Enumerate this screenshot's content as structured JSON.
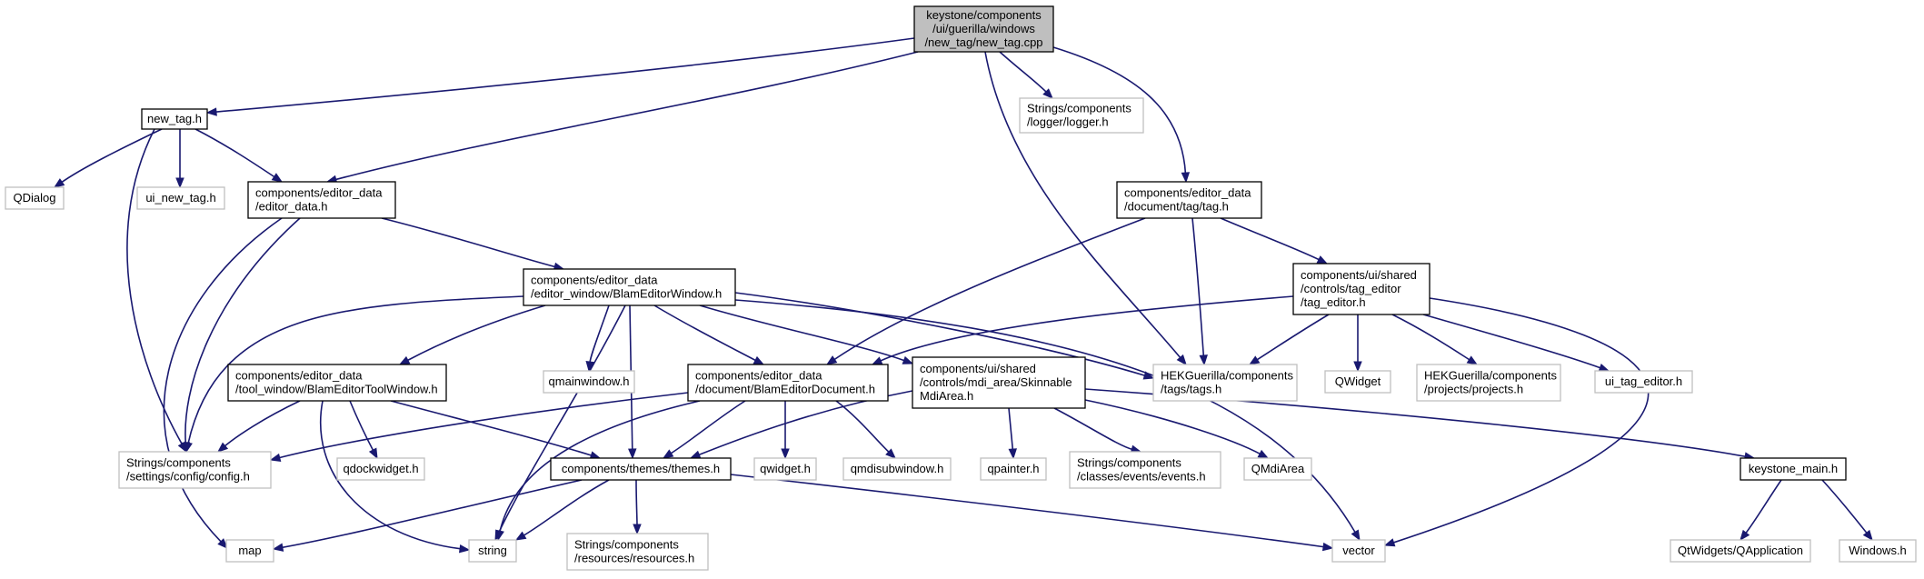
{
  "diagram": {
    "type": "include-dependency-graph",
    "nodes": [
      {
        "id": "root",
        "lines": [
          "keystone/components",
          "/ui/guerilla/windows",
          "/new_tag/new_tag.cpp"
        ],
        "kind": "root"
      },
      {
        "id": "new_tag_h",
        "lines": [
          "new_tag.h"
        ],
        "kind": "normal"
      },
      {
        "id": "logger_h",
        "lines": [
          "Strings/components",
          "/logger/logger.h"
        ],
        "kind": "missing"
      },
      {
        "id": "qdialog",
        "lines": [
          "QDialog"
        ],
        "kind": "missing"
      },
      {
        "id": "ui_new_tag_h",
        "lines": [
          "ui_new_tag.h"
        ],
        "kind": "missing"
      },
      {
        "id": "editor_data_h",
        "lines": [
          "components/editor_data",
          "/editor_data.h"
        ],
        "kind": "normal"
      },
      {
        "id": "tag_h",
        "lines": [
          "components/editor_data",
          "/document/tag/tag.h"
        ],
        "kind": "normal"
      },
      {
        "id": "blam_editor_window_h",
        "lines": [
          "components/editor_data",
          "/editor_window/BlamEditorWindow.h"
        ],
        "kind": "normal"
      },
      {
        "id": "tag_editor_h",
        "lines": [
          "components/ui/shared",
          "/controls/tag_editor",
          "/tag_editor.h"
        ],
        "kind": "normal"
      },
      {
        "id": "blam_editor_tool_window_h",
        "lines": [
          "components/editor_data",
          "/tool_window/BlamEditorToolWindow.h"
        ],
        "kind": "normal"
      },
      {
        "id": "qmainwindow_h",
        "lines": [
          "qmainwindow.h"
        ],
        "kind": "missing"
      },
      {
        "id": "blam_editor_document_h",
        "lines": [
          "components/editor_data",
          "/document/BlamEditorDocument.h"
        ],
        "kind": "normal"
      },
      {
        "id": "skinnable_mdi_area_h",
        "lines": [
          "components/ui/shared",
          "/controls/mdi_area/Skinnable",
          "MdiArea.h"
        ],
        "kind": "normal"
      },
      {
        "id": "tags_h",
        "lines": [
          "HEKGuerilla/components",
          "/tags/tags.h"
        ],
        "kind": "missing"
      },
      {
        "id": "qwidget",
        "lines": [
          "QWidget"
        ],
        "kind": "missing"
      },
      {
        "id": "projects_h",
        "lines": [
          "HEKGuerilla/components",
          "/projects/projects.h"
        ],
        "kind": "missing"
      },
      {
        "id": "ui_tag_editor_h",
        "lines": [
          "ui_tag_editor.h"
        ],
        "kind": "missing"
      },
      {
        "id": "config_h",
        "lines": [
          "Strings/components",
          "/settings/config/config.h"
        ],
        "kind": "missing"
      },
      {
        "id": "qdockwidget_h",
        "lines": [
          "qdockwidget.h"
        ],
        "kind": "missing"
      },
      {
        "id": "themes_h",
        "lines": [
          "components/themes/themes.h"
        ],
        "kind": "normal"
      },
      {
        "id": "qwidget_h",
        "lines": [
          "qwidget.h"
        ],
        "kind": "missing"
      },
      {
        "id": "qmdisubwindow_h",
        "lines": [
          "qmdisubwindow.h"
        ],
        "kind": "missing"
      },
      {
        "id": "qpainter_h",
        "lines": [
          "qpainter.h"
        ],
        "kind": "missing"
      },
      {
        "id": "events_h",
        "lines": [
          "Strings/components",
          "/classes/events/events.h"
        ],
        "kind": "missing"
      },
      {
        "id": "qmdiarea",
        "lines": [
          "QMdiArea"
        ],
        "kind": "missing"
      },
      {
        "id": "keystone_main_h",
        "lines": [
          "keystone_main.h"
        ],
        "kind": "normal"
      },
      {
        "id": "map",
        "lines": [
          "map"
        ],
        "kind": "missing"
      },
      {
        "id": "string",
        "lines": [
          "string"
        ],
        "kind": "missing"
      },
      {
        "id": "resources_h",
        "lines": [
          "Strings/components",
          "/resources/resources.h"
        ],
        "kind": "missing"
      },
      {
        "id": "vector",
        "lines": [
          "vector"
        ],
        "kind": "missing"
      },
      {
        "id": "qapplication",
        "lines": [
          "QtWidgets/QApplication"
        ],
        "kind": "missing"
      },
      {
        "id": "windows_h",
        "lines": [
          "Windows.h"
        ],
        "kind": "missing"
      }
    ],
    "edges": [
      {
        "from": "root",
        "to": "new_tag_h"
      },
      {
        "from": "root",
        "to": "editor_data_h"
      },
      {
        "from": "root",
        "to": "logger_h"
      },
      {
        "from": "root",
        "to": "tag_h"
      },
      {
        "from": "root",
        "to": "tags_h"
      },
      {
        "from": "new_tag_h",
        "to": "qdialog"
      },
      {
        "from": "new_tag_h",
        "to": "ui_new_tag_h"
      },
      {
        "from": "new_tag_h",
        "to": "editor_data_h"
      },
      {
        "from": "new_tag_h",
        "to": "config_h"
      },
      {
        "from": "editor_data_h",
        "to": "blam_editor_window_h"
      },
      {
        "from": "editor_data_h",
        "to": "config_h"
      },
      {
        "from": "editor_data_h",
        "to": "map"
      },
      {
        "from": "tag_h",
        "to": "tag_editor_h"
      },
      {
        "from": "tag_h",
        "to": "tags_h"
      },
      {
        "from": "tag_h",
        "to": "blam_editor_document_h"
      },
      {
        "from": "tag_editor_h",
        "to": "blam_editor_document_h"
      },
      {
        "from": "tag_editor_h",
        "to": "tags_h"
      },
      {
        "from": "tag_editor_h",
        "to": "qwidget"
      },
      {
        "from": "tag_editor_h",
        "to": "projects_h"
      },
      {
        "from": "tag_editor_h",
        "to": "ui_tag_editor_h"
      },
      {
        "from": "tag_editor_h",
        "to": "vector"
      },
      {
        "from": "blam_editor_window_h",
        "to": "config_h"
      },
      {
        "from": "blam_editor_window_h",
        "to": "blam_editor_tool_window_h"
      },
      {
        "from": "blam_editor_window_h",
        "to": "qmainwindow_h"
      },
      {
        "from": "blam_editor_window_h",
        "to": "string"
      },
      {
        "from": "blam_editor_window_h",
        "to": "themes_h"
      },
      {
        "from": "blam_editor_window_h",
        "to": "blam_editor_document_h"
      },
      {
        "from": "blam_editor_window_h",
        "to": "skinnable_mdi_area_h"
      },
      {
        "from": "blam_editor_window_h",
        "to": "tags_h"
      },
      {
        "from": "blam_editor_window_h",
        "to": "vector"
      },
      {
        "from": "blam_editor_tool_window_h",
        "to": "config_h"
      },
      {
        "from": "blam_editor_tool_window_h",
        "to": "qdockwidget_h"
      },
      {
        "from": "blam_editor_tool_window_h",
        "to": "string"
      },
      {
        "from": "blam_editor_tool_window_h",
        "to": "themes_h"
      },
      {
        "from": "blam_editor_document_h",
        "to": "config_h"
      },
      {
        "from": "blam_editor_document_h",
        "to": "string"
      },
      {
        "from": "blam_editor_document_h",
        "to": "themes_h"
      },
      {
        "from": "blam_editor_document_h",
        "to": "qwidget_h"
      },
      {
        "from": "blam_editor_document_h",
        "to": "qmdisubwindow_h"
      },
      {
        "from": "skinnable_mdi_area_h",
        "to": "themes_h"
      },
      {
        "from": "skinnable_mdi_area_h",
        "to": "qpainter_h"
      },
      {
        "from": "skinnable_mdi_area_h",
        "to": "events_h"
      },
      {
        "from": "skinnable_mdi_area_h",
        "to": "qmdiarea"
      },
      {
        "from": "skinnable_mdi_area_h",
        "to": "keystone_main_h"
      },
      {
        "from": "themes_h",
        "to": "map"
      },
      {
        "from": "themes_h",
        "to": "string"
      },
      {
        "from": "themes_h",
        "to": "resources_h"
      },
      {
        "from": "themes_h",
        "to": "vector"
      },
      {
        "from": "keystone_main_h",
        "to": "qapplication"
      },
      {
        "from": "keystone_main_h",
        "to": "windows_h"
      }
    ]
  }
}
